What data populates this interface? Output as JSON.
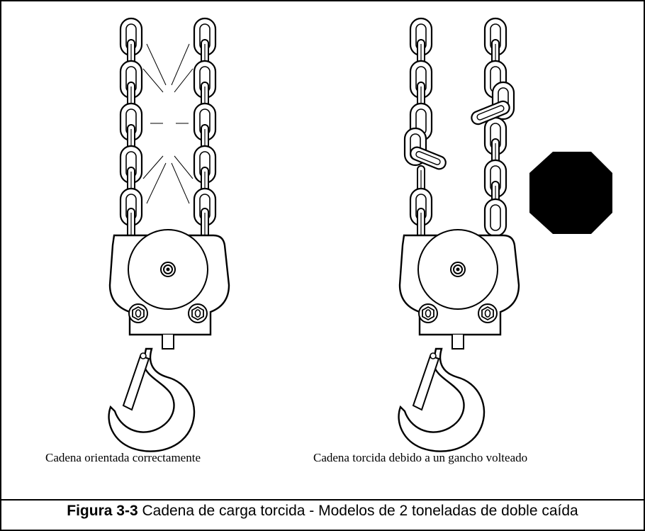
{
  "illustration": {
    "left_caption": "Cadena orientada correctamente",
    "right_caption": "Cadena torcida debido a un gancho volteado",
    "warning_symbol": "stop-octagon",
    "colors": {
      "ink": "#000000",
      "paper": "#ffffff"
    }
  },
  "figure_caption": {
    "number": "Figura 3-3",
    "text": "Cadena de carga torcida - Modelos de 2 toneladas de doble caída"
  }
}
